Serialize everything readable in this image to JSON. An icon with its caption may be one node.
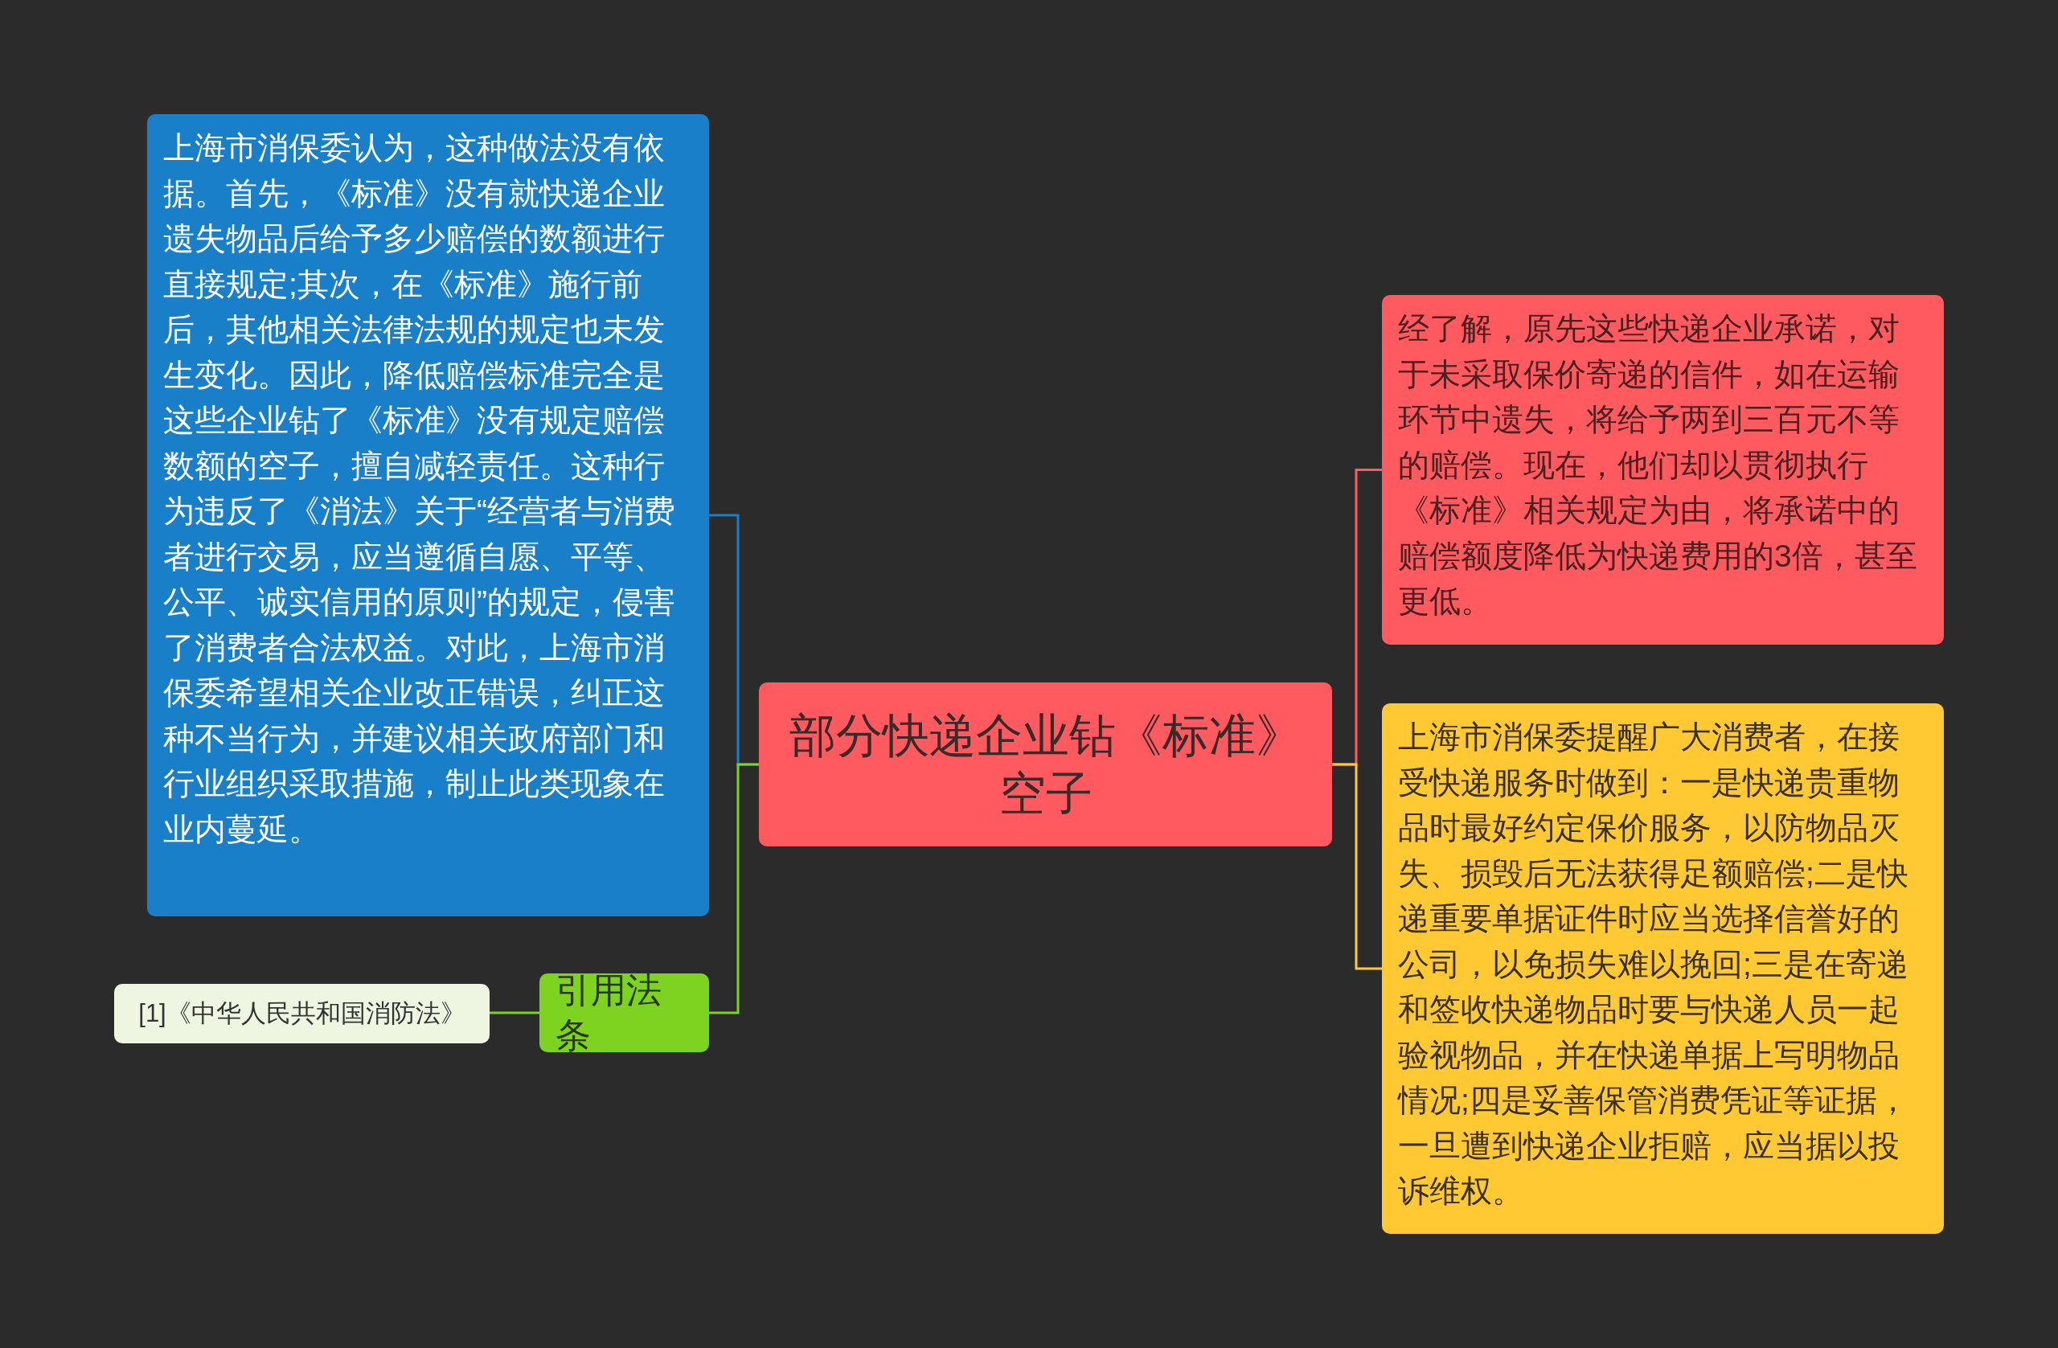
{
  "diagram": {
    "nodes": [
      {
        "text": [
          "部分快递企业钻《标准》空子"
        ]
      },
      {
        "text": [
          "上海市消保委认为，这种做法没有依据。首先，《标准》没有就快递企业遗失物品后给予多少赔偿的数额进行直接规定;其次，在《标准》施行前后，其他相关法律法规的规定也未发生变化。因此，降低赔偿标准完全是这些企业钻了《标准》没有规定赔偿数额的空子，擅自减轻责任。这种行为违反了《消法》关于“经营者与消费者进行交易，应当遵循自愿、平等、公平、诚实信用的原则”的规定，侵害了消费者合法权益。对此，上海市消保委希望相关企业改正错误，纠正这种不当行为，并建议相关政府部门和行业组织采取措施，制止此类现象在业内蔓延。"
        ]
      },
      {
        "text": [
          "引用法条"
        ]
      },
      {
        "text": [
          "[1]《中华人民共和国消防法》"
        ]
      },
      {
        "text": [
          "经了解，原先这些快递企业承诺，对于未采取保价寄递的信件，如在运输环节中遗失，将给予两到三百元不等的赔偿。现在，他们却以贯彻执行《标准》相关规定为由，将承诺中的赔偿额度降低为快递费用的3倍，甚至更低。"
        ]
      },
      {
        "text": [
          "上海市消保委提醒广大消费者，在接受快递服务时做到：一是快递贵重物品时最好约定保价服务，以防物品灭失、损毁后无法获得足额赔偿;二是快递重要单据证件时应当选择信誉好的公司，以免损失难以挽回;三是在寄递和签收快递物品时要与快递人员一起验视物品，并在快递单据上写明物品情况;四是妥善保管消费凭证等证据，一旦遭到快递企业拒赔，应当据以投诉维权。"
        ]
      }
    ],
    "edges": [
      {
        "from": 0,
        "to": 1,
        "arrow": "none",
        "color": "#1a7fc9"
      },
      {
        "from": 0,
        "to": 2,
        "arrow": "none",
        "color": "#7ed321"
      },
      {
        "from": 2,
        "to": 3,
        "arrow": "none",
        "color": "#7ed321"
      },
      {
        "from": 0,
        "to": 4,
        "arrow": "none",
        "color": "#ff5a5f"
      },
      {
        "from": 0,
        "to": 5,
        "arrow": "none",
        "color": "#ffc934"
      }
    ]
  }
}
